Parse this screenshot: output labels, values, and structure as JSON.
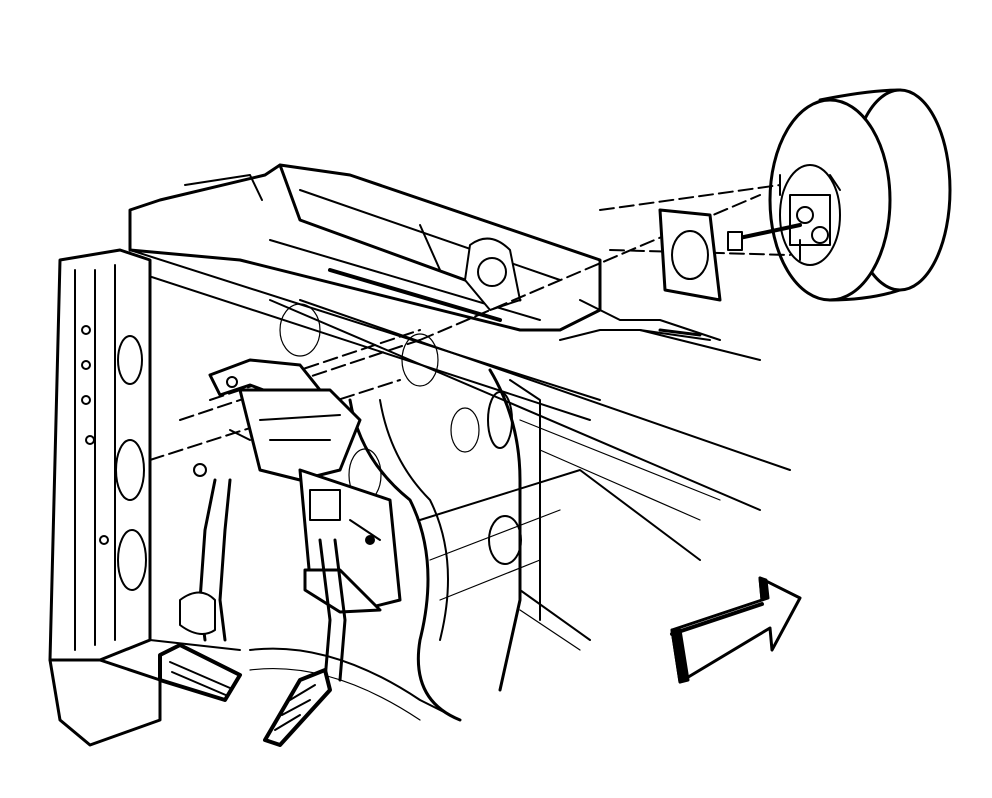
{
  "figure": {
    "components": [
      {
        "name": "brake-booster"
      },
      {
        "name": "booster-pushrod"
      },
      {
        "name": "mounting-bracket"
      },
      {
        "name": "cowl-crossmember"
      },
      {
        "name": "left-hinge-pillar"
      },
      {
        "name": "brake-pedal"
      },
      {
        "name": "accelerator-pedal"
      },
      {
        "name": "pedal-bracket-assembly"
      },
      {
        "name": "dash-panel"
      },
      {
        "name": "front-direction-arrow"
      }
    ],
    "colors": {
      "line": "#000000",
      "background": "#ffffff"
    }
  }
}
